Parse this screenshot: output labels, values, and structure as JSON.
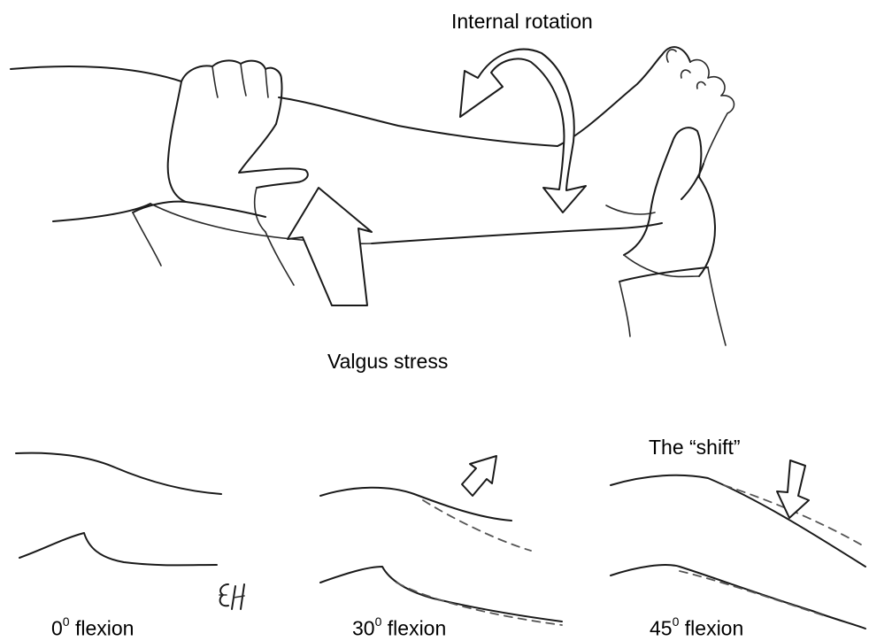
{
  "top_figure": {
    "internal_rotation_label": "Internal rotation",
    "valgus_stress_label": "Valgus stress"
  },
  "bottom_panels": [
    {
      "degrees": "0",
      "superscript": "0",
      "suffix": " flexion"
    },
    {
      "degrees": "30",
      "superscript": "0",
      "suffix": " flexion"
    },
    {
      "degrees": "45",
      "superscript": "0",
      "suffix": " flexion"
    }
  ],
  "shift_label": "The “shift”",
  "signature": "EH"
}
